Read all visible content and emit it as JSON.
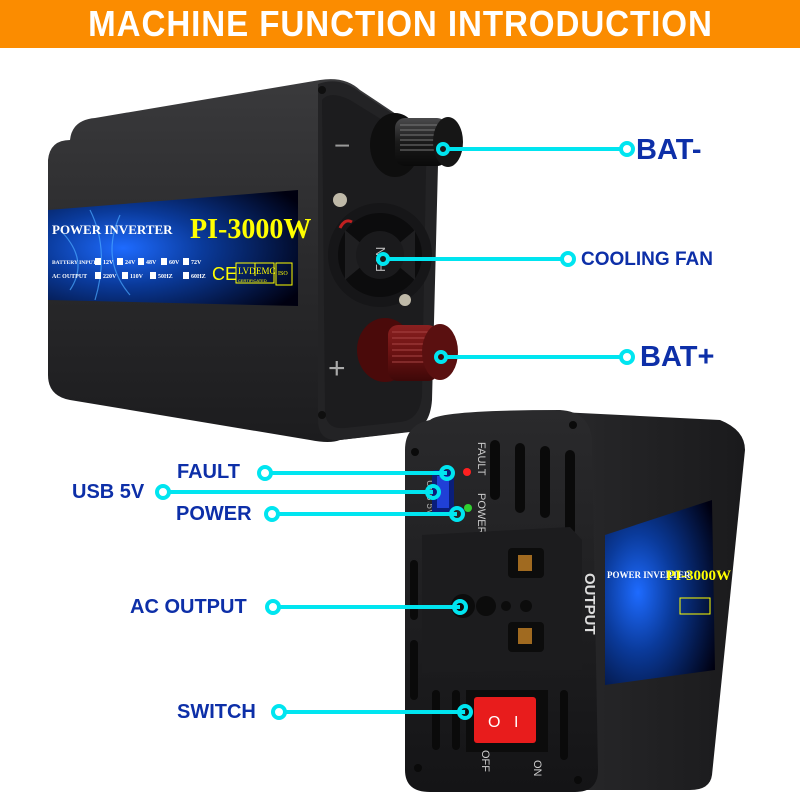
{
  "banner": {
    "title": "MACHINE FUNCTION INTRODUCTION",
    "color": "#fb8c00"
  },
  "callout_color": "#00e5f0",
  "label_color": "#0d2fa8",
  "callouts": {
    "bat_minus": "BAT-",
    "cooling_fan": "COOLING FAN",
    "bat_plus": "BAT+",
    "fault": "FAULT",
    "usb": "USB 5V",
    "power": "POWER",
    "ac_output": "AC OUTPUT",
    "switch": "SWITCH"
  },
  "product": {
    "brand_line": "POWER INVERTER",
    "model": "PI-3000W",
    "battery_input_label": "BATTERY INPUT",
    "battery_input_options": [
      "12V",
      "24V",
      "48V",
      "60V",
      "72V"
    ],
    "ac_output_label": "AC OUTPUT",
    "ac_output_options": [
      "220V",
      "110V",
      "50HZ",
      "60HZ"
    ],
    "ce_mark": "CE",
    "cert_lvd": "LVD",
    "cert_emc": "EMC",
    "cert_text": "CERTIFICATED",
    "iso_mark": "ISO",
    "fan_text": "FAN",
    "minus_sign": "−",
    "plus_sign": "+",
    "panel_fault": "FAULT",
    "panel_power": "POWER",
    "panel_usb": "USB 5V",
    "panel_output": "OUTPUT",
    "switch_off": "OFF",
    "switch_on": "ON",
    "switch_o": "O",
    "switch_i": "I"
  }
}
